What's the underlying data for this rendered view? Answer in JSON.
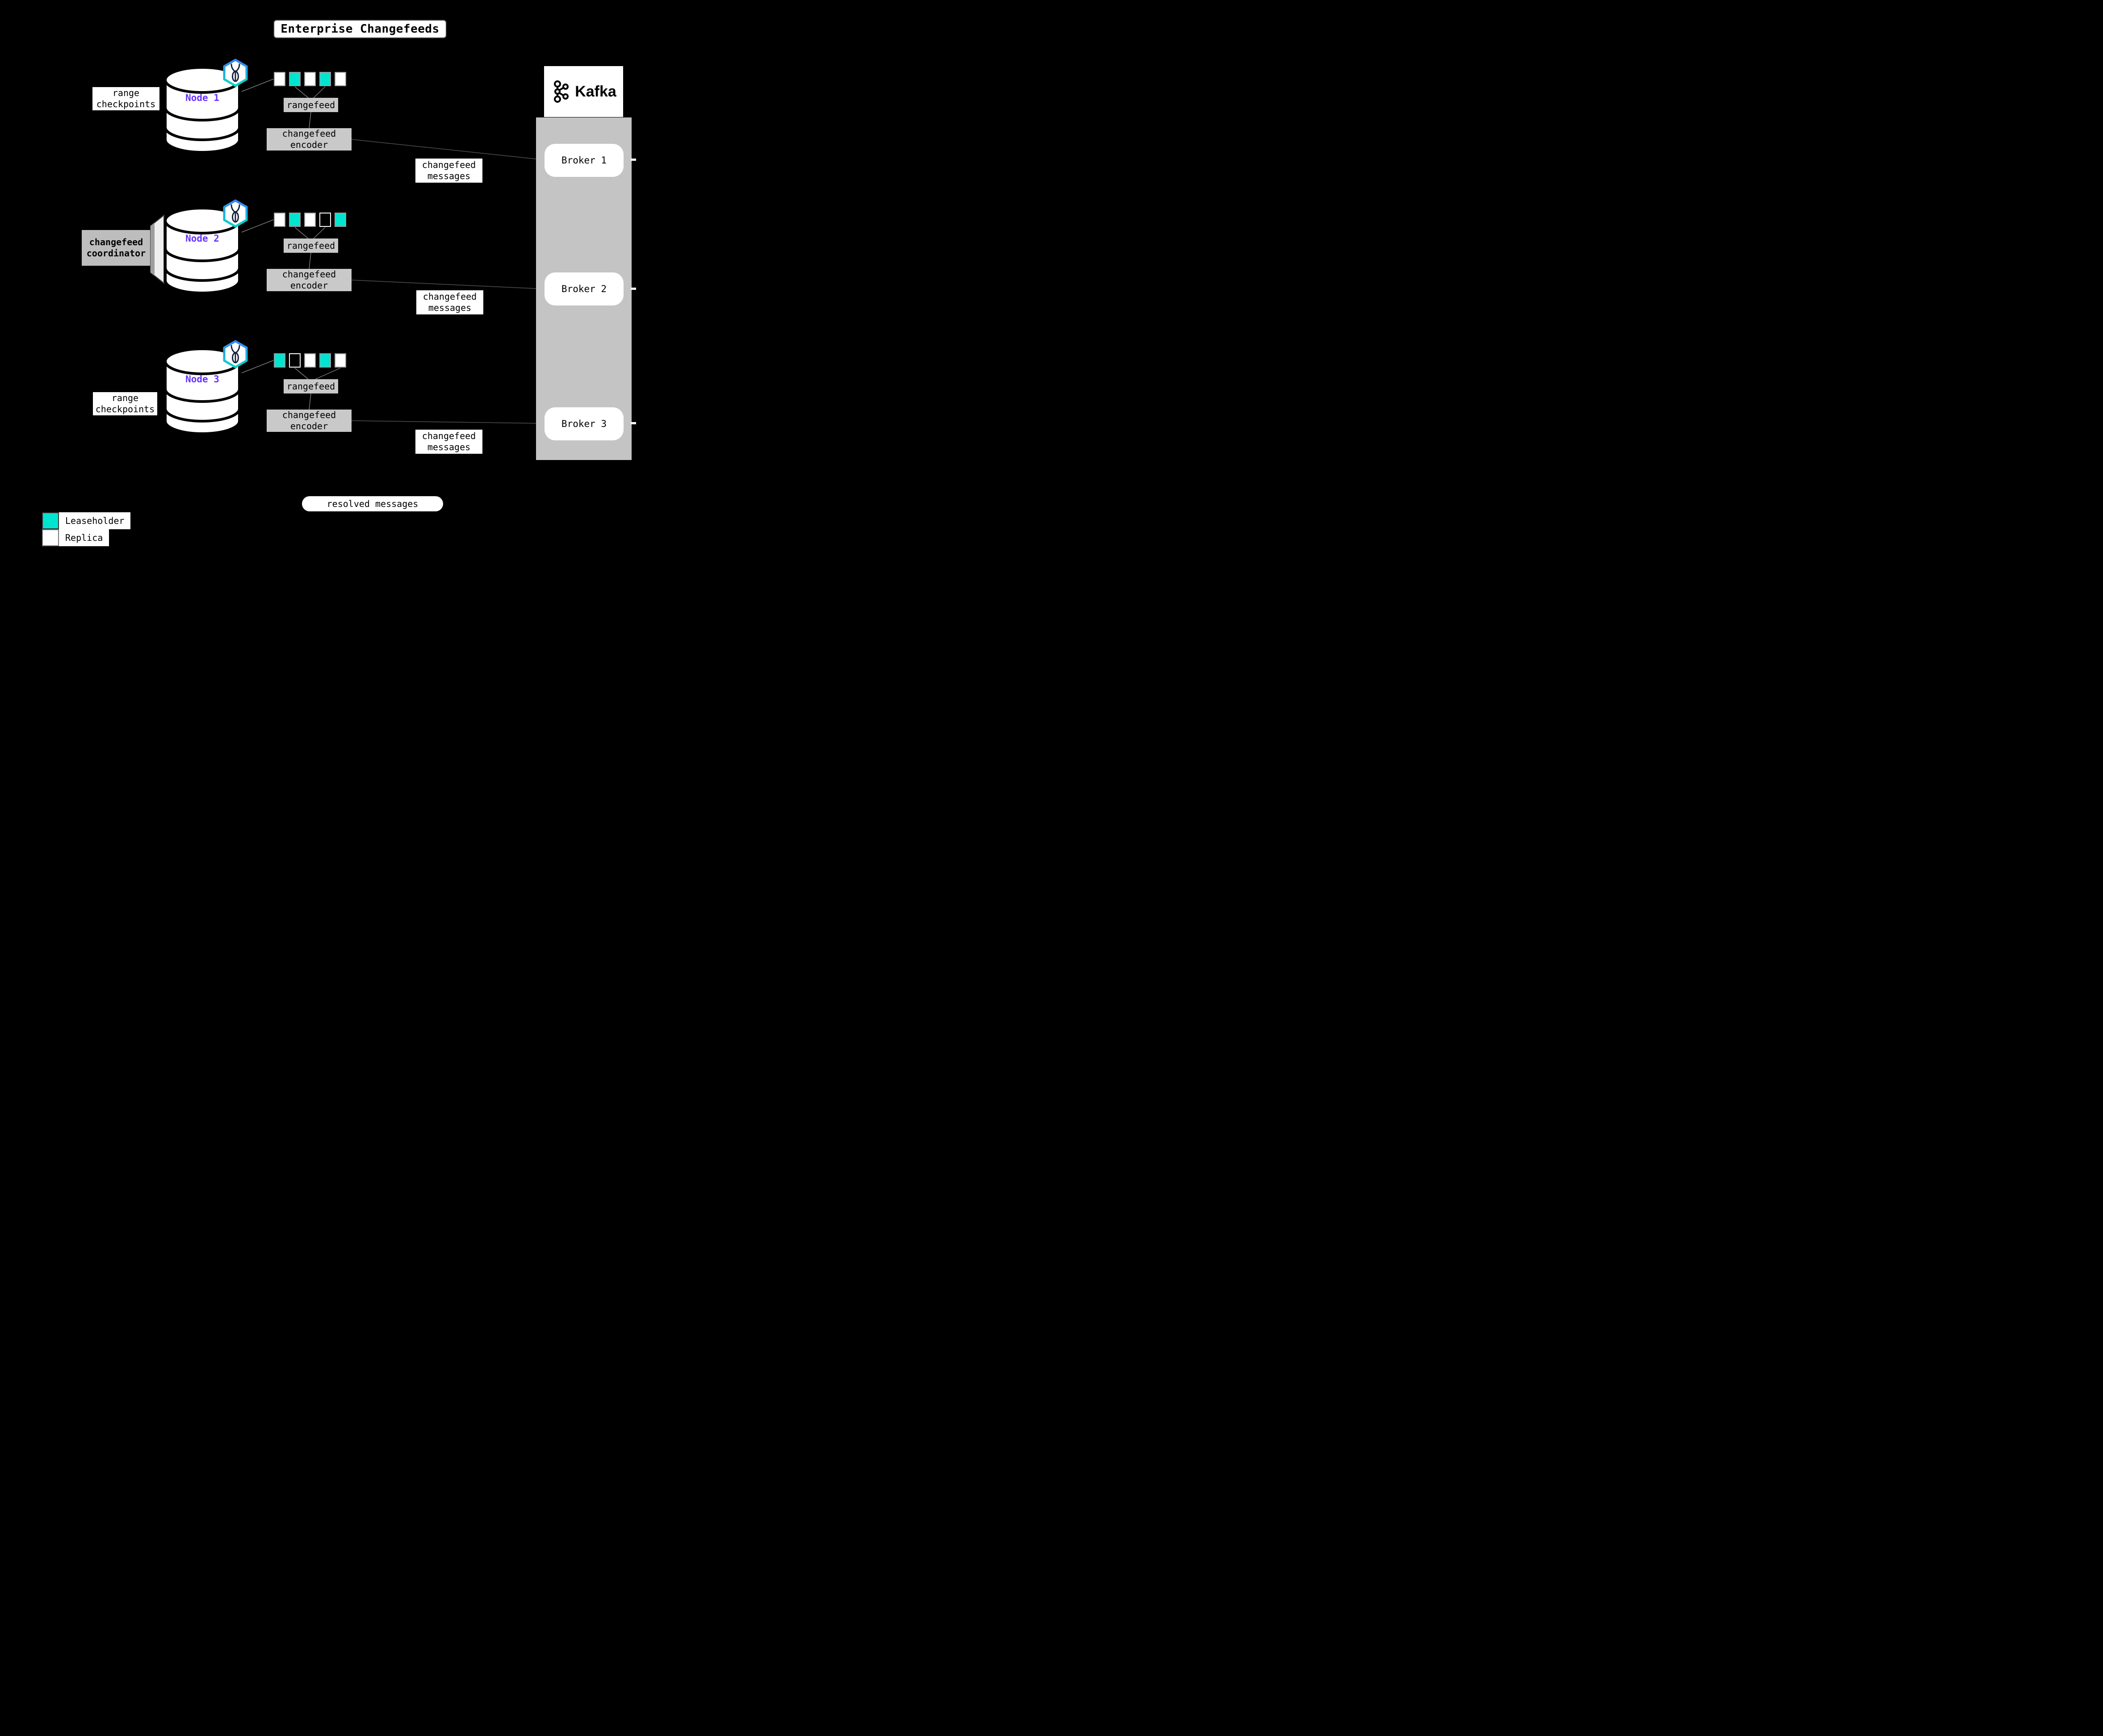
{
  "title": "Enterprise Changefeeds",
  "colors": {
    "background": "#000000",
    "leaseholder_teal": "#00e5d0",
    "replica_white": "#ffffff",
    "node_label_purple": "#6933ff",
    "box_gray": "#c9c9c9",
    "coordinator_gray": "#bdbdbd",
    "panel_gray": "#c4c4c4"
  },
  "nodes": [
    {
      "label": "Node 1",
      "side_label": "range checkpoints",
      "replicas": [
        "replica",
        "leaseholder",
        "replica",
        "leaseholder",
        "replica"
      ],
      "rangefeed_label": "rangefeed",
      "encoder_label": "changefeed encoder"
    },
    {
      "label": "Node 2",
      "side_label": "changefeed coordinator",
      "replicas": [
        "replica",
        "leaseholder",
        "replica",
        "empty",
        "leaseholder"
      ],
      "rangefeed_label": "rangefeed",
      "encoder_label": "changefeed encoder"
    },
    {
      "label": "Node 3",
      "side_label": "range checkpoints",
      "replicas": [
        "leaseholder",
        "empty",
        "replica",
        "leaseholder",
        "replica"
      ],
      "rangefeed_label": "rangefeed",
      "encoder_label": "changefeed encoder"
    }
  ],
  "messages": [
    "changefeed messages",
    "changefeed messages",
    "changefeed messages"
  ],
  "kafka": {
    "brand": "Kafka",
    "brokers": [
      "Broker 1",
      "Broker 2",
      "Broker 3"
    ]
  },
  "resolved_label": "resolved messages",
  "legend": {
    "items": [
      {
        "kind": "leaseholder",
        "label": "Leaseholder"
      },
      {
        "kind": "replica",
        "label": "Replica"
      }
    ]
  }
}
